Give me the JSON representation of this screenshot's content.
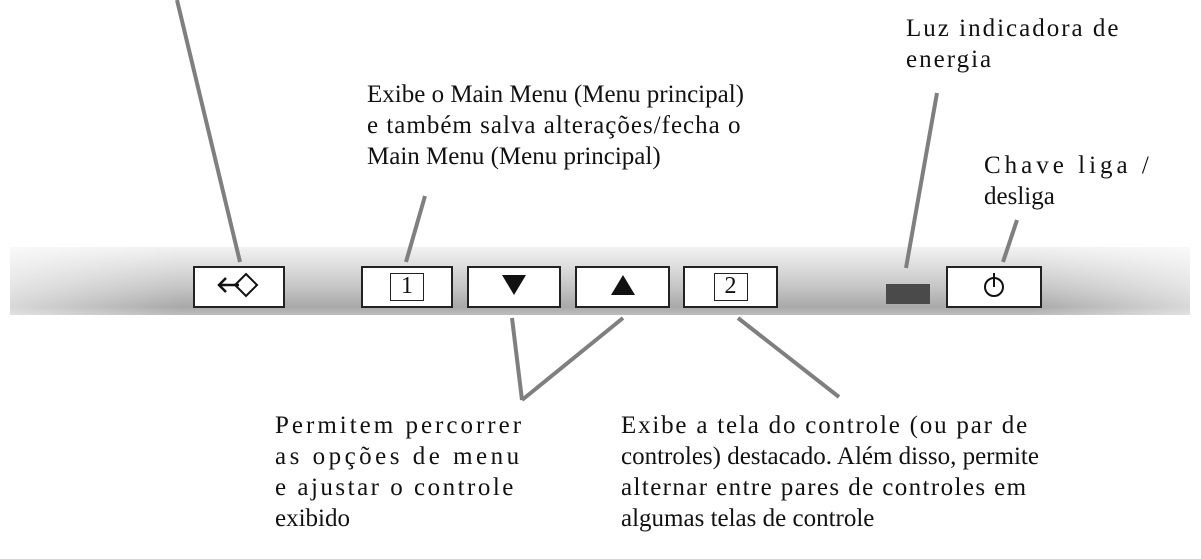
{
  "labels": {
    "power_light": [
      "Luz indicadora de",
      "energia"
    ],
    "main_menu": [
      "Exibe o Main Menu (Menu principal)",
      "e também salva alterações/fecha o",
      "Main Menu (Menu principal)"
    ],
    "power_switch": [
      "Chave liga /",
      "desliga"
    ],
    "scroll": [
      "Permitem percorrer",
      "as opções de menu",
      "e ajustar o controle",
      "exibido"
    ],
    "display_control": [
      "Exibe a tela do controle (ou par de",
      "controles) destacado. Além disso, permite",
      "alternar entre pares de controles em",
      "algumas telas de controle"
    ]
  },
  "buttons": {
    "button_1": "1",
    "button_2": "2"
  },
  "icons": {
    "input_select": "input-arrow-diamond-icon",
    "down": "down-triangle-icon",
    "up": "up-triangle-icon",
    "power": "power-icon"
  },
  "colors": {
    "leader_line": "#7f7f7f",
    "led": "#4a4a4a"
  }
}
